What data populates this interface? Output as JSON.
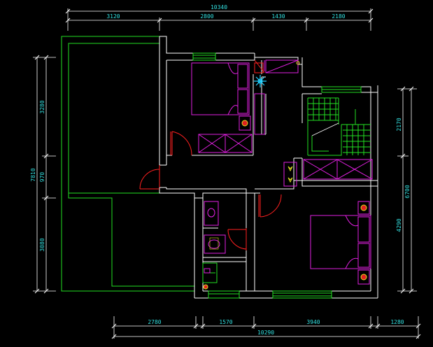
{
  "colors": {
    "background": "#000000",
    "wall": "#ffffff",
    "dimension_line": "#ffffff",
    "dimension_text": "#32e0e0",
    "window_balcony": "#22e022",
    "door": "#ff2020",
    "furniture": "#e020e0",
    "accent_cyan": "#20d0ff",
    "accent_yellow": "#e0e020"
  },
  "dimensions": {
    "top_total": "10340",
    "top_1": "3120",
    "top_2": "2800",
    "top_3": "1430",
    "top_4": "2180",
    "left_total": "7810",
    "left_1": "3280",
    "left_2": "970",
    "left_3": "3080",
    "right_1": "2170",
    "right_2": "6700",
    "right_3": "4290",
    "bottom_total": "10290",
    "bottom_1": "2780",
    "bottom_2": "1570",
    "bottom_3": "3940",
    "bottom_4": "1280"
  }
}
